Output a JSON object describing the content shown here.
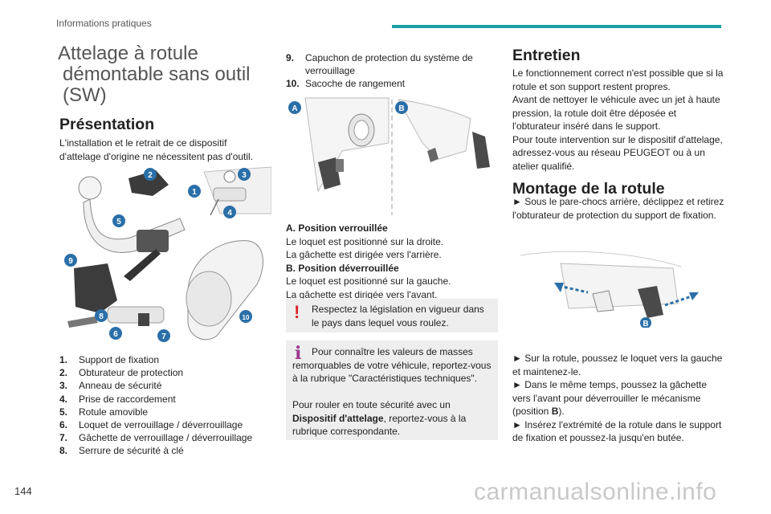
{
  "header": {
    "section": "Informations pratiques"
  },
  "title": {
    "line1": "Attelage à rotule",
    "line2": "démontable sans outil",
    "line3": "(SW)"
  },
  "presentation": {
    "heading": "Présentation",
    "text": "L'installation et le retrait de ce dispositif d'attelage d'origine ne nécessitent pas d'outil."
  },
  "figure1": {
    "callouts": [
      "1",
      "2",
      "3",
      "4",
      "5",
      "6",
      "7",
      "8",
      "9",
      "10"
    ]
  },
  "parts": [
    {
      "num": "1.",
      "label": "Support de fixation"
    },
    {
      "num": "2.",
      "label": "Obturateur de protection"
    },
    {
      "num": "3.",
      "label": "Anneau de sécurité"
    },
    {
      "num": "4.",
      "label": "Prise de raccordement"
    },
    {
      "num": "5.",
      "label": "Rotule amovible"
    },
    {
      "num": "6.",
      "label": "Loquet de verrouillage / déverrouillage"
    },
    {
      "num": "7.",
      "label": "Gâchette de verrouillage / déverrouillage"
    },
    {
      "num": "8.",
      "label": "Serrure de sécurité à clé"
    },
    {
      "num": "9.",
      "label": "Capuchon de protection du système de verrouillage"
    },
    {
      "num": "10.",
      "label": "Sacoche de rangement"
    }
  ],
  "figure2": {
    "badge_a": "A",
    "badge_b": "B"
  },
  "positions": {
    "a_title": "A. Position verrouillée",
    "a_line1": "Le loquet est positionné sur la droite.",
    "a_line2": "La gâchette est dirigée vers l'arrière.",
    "b_title": "B. Position déverrouillée",
    "b_line1": "Le loquet est positionné sur la gauche.",
    "b_line2": "La gâchette est dirigée vers l'avant."
  },
  "warning": {
    "icon": "!",
    "text": "Respectez la législation en vigueur dans le pays dans lequel vous roulez."
  },
  "info": {
    "icon": "i",
    "text1": "Pour connaître les valeurs de masses remorquables de votre véhicule, reportez-vous à la rubrique \"Caractéristiques techniques\".",
    "text2_a": "Pour rouler en toute sécurité avec un ",
    "text2_bold": "Dispositif d'attelage",
    "text2_b": ", reportez-vous à la rubrique correspondante."
  },
  "entretien": {
    "heading": "Entretien",
    "p1": "Le fonctionnement correct n'est possible que si la rotule et son support restent propres.",
    "p2": "Avant de nettoyer le véhicule avec un jet à haute pression, la rotule doit être déposée et l'obturateur inséré dans le support.",
    "p3": "Pour toute intervention sur le dispositif d'attelage, adressez-vous au réseau PEUGEOT ou à un atelier qualifié."
  },
  "montage": {
    "heading": "Montage de la rotule",
    "step1": "► Sous le pare-chocs arrière, déclippez et retirez l'obturateur de protection du support de fixation.",
    "figure_badge": "B",
    "step2": "► Sur la rotule, poussez le loquet vers la gauche et maintenez-le.",
    "step3a": "► Dans le même temps, poussez la gâchette vers l'avant pour déverrouiller le mécanisme (position ",
    "step3b": "B",
    "step3c": ").",
    "step4": "► Insérez l'extrémité de la rotule dans le support de fixation et poussez-la jusqu'en butée."
  },
  "footer": {
    "page_number": "144",
    "watermark": "carmanualsonline.info"
  },
  "colors": {
    "teal": "#1a9fa5",
    "badge_blue": "#2a6fa8",
    "warning_red": "#d7262b",
    "info_purple": "#9b3b8e",
    "note_bg": "#eeeeee"
  }
}
